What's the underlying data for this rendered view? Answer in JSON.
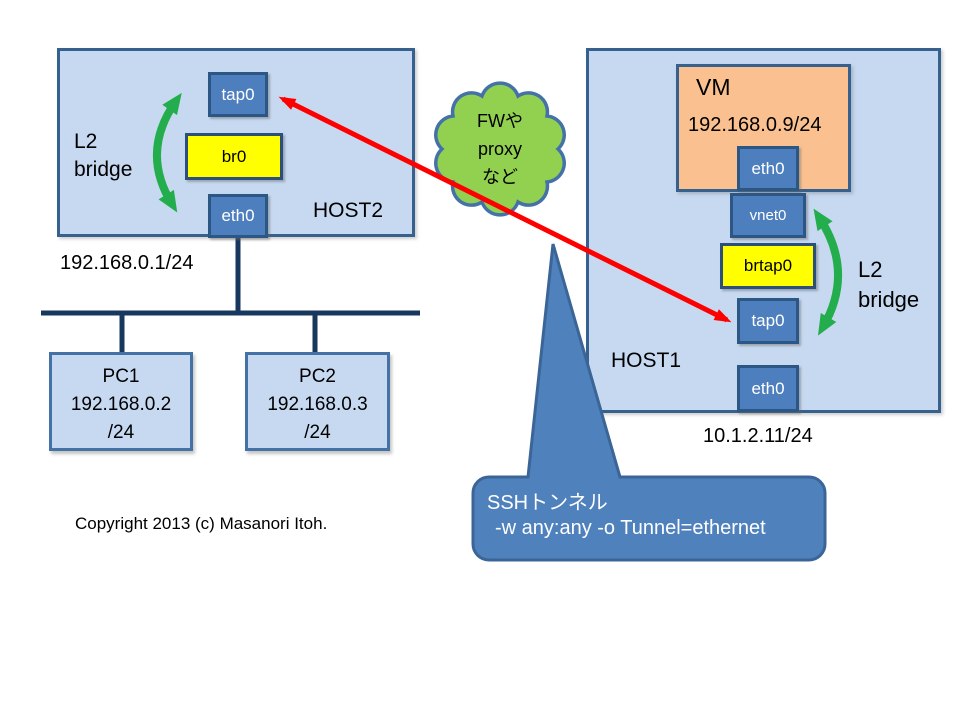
{
  "host2": {
    "label": "HOST2",
    "ip": "192.168.0.1/24",
    "bridge": {
      "line1": "L2",
      "line2": "bridge"
    },
    "interfaces": {
      "tap0": "tap0",
      "br0": "br0",
      "eth0": "eth0"
    }
  },
  "lan": {
    "pc1": {
      "name": "PC1",
      "ip": "192.168.0.2",
      "mask": "/24"
    },
    "pc2": {
      "name": "PC2",
      "ip": "192.168.0.3",
      "mask": "/24"
    }
  },
  "cloud": {
    "line1": "FWや",
    "line2": "proxy",
    "line3": "など"
  },
  "host1": {
    "label": "HOST1",
    "ip": "10.1.2.11/24",
    "bridge": {
      "line1": "L2",
      "line2": "bridge"
    },
    "vm": {
      "label": "VM",
      "ip": "192.168.0.9/24",
      "eth0": "eth0"
    },
    "interfaces": {
      "vnet0": "vnet0",
      "brtap0": "brtap0",
      "tap0": "tap0",
      "eth0": "eth0"
    }
  },
  "callout": {
    "line1": "SSHトンネル",
    "line2": "-w any:any -o Tunnel=ethernet"
  },
  "footer": {
    "copyright": "Copyright 2013 (c) Masanori Itoh."
  },
  "colors": {
    "host_fill": "#c6d9f1",
    "host_border": "#36618e",
    "interface_fill": "#4d7ebd",
    "interface_border": "#2c5784",
    "bridge_yellow": "#ffff00",
    "vm_fill": "#fac090",
    "cloud_green": "#92d050",
    "cloud_border": "#4472a8",
    "green_arrow": "#24ad4c",
    "red_arrow": "#ff0000",
    "wire_navy": "#17375e",
    "callout_fill": "#4f81bd",
    "callout_border": "#3b6596"
  }
}
